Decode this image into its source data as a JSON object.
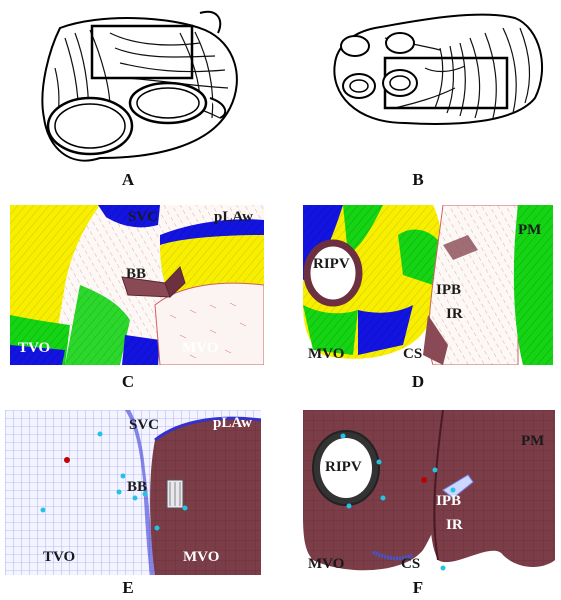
{
  "panels": [
    {
      "id": "A",
      "caption": "A"
    },
    {
      "id": "B",
      "caption": "B"
    },
    {
      "id": "C",
      "caption": "C",
      "labels": [
        "SVC",
        "pLAw",
        "BB",
        "TVO",
        "MVO"
      ]
    },
    {
      "id": "D",
      "caption": "D",
      "labels": [
        "RIPV",
        "PM",
        "IPB",
        "IR",
        "MVO",
        "CS"
      ]
    },
    {
      "id": "E",
      "caption": "E",
      "labels": [
        "SVC",
        "pLAw",
        "BB",
        "TVO",
        "MVO"
      ]
    },
    {
      "id": "F",
      "caption": "F",
      "labels": [
        "RIPV",
        "PM",
        "IPB",
        "IR",
        "MVO",
        "CS"
      ]
    }
  ],
  "colors": {
    "blue": "#1010e0",
    "yellow": "#f4f000",
    "green": "#10d010",
    "white": "#ffffff",
    "maroon": "#7a3a45",
    "mesh": "#9aa0ff"
  }
}
